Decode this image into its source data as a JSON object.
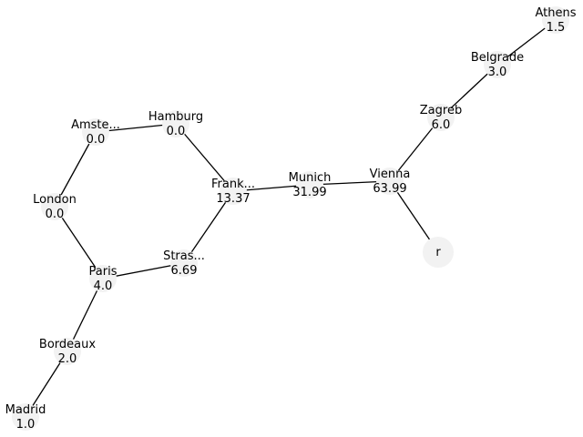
{
  "graph": {
    "nodes": [
      {
        "id": "athens",
        "name": "Athens",
        "value": "1.5"
      },
      {
        "id": "belgrade",
        "name": "Belgrade",
        "value": "3.0"
      },
      {
        "id": "zagreb",
        "name": "Zagreb",
        "value": "6.0"
      },
      {
        "id": "vienna",
        "name": "Vienna",
        "value": "63.99"
      },
      {
        "id": "r",
        "name": "r",
        "value": ""
      },
      {
        "id": "munich",
        "name": "Munich",
        "value": "31.99"
      },
      {
        "id": "frankfurt",
        "name": "Frank...",
        "value": "13.37"
      },
      {
        "id": "hamburg",
        "name": "Hamburg",
        "value": "0.0"
      },
      {
        "id": "amsterdam",
        "name": "Amste...",
        "value": "0.0"
      },
      {
        "id": "london",
        "name": "London",
        "value": "0.0"
      },
      {
        "id": "paris",
        "name": "Paris",
        "value": "4.0"
      },
      {
        "id": "strasbourg",
        "name": "Stras...",
        "value": "6.69"
      },
      {
        "id": "bordeaux",
        "name": "Bordeaux",
        "value": "2.0"
      },
      {
        "id": "madrid",
        "name": "Madrid",
        "value": "1.0"
      }
    ],
    "edges": [
      [
        "athens",
        "belgrade"
      ],
      [
        "belgrade",
        "zagreb"
      ],
      [
        "zagreb",
        "vienna"
      ],
      [
        "vienna",
        "r"
      ],
      [
        "vienna",
        "munich"
      ],
      [
        "munich",
        "frankfurt"
      ],
      [
        "frankfurt",
        "hamburg"
      ],
      [
        "frankfurt",
        "strasbourg"
      ],
      [
        "hamburg",
        "amsterdam"
      ],
      [
        "amsterdam",
        "london"
      ],
      [
        "london",
        "paris"
      ],
      [
        "paris",
        "strasbourg"
      ],
      [
        "paris",
        "bordeaux"
      ],
      [
        "bordeaux",
        "madrid"
      ]
    ]
  },
  "colors": {
    "node_fill": "#f2f2f2",
    "edge": "#000000",
    "label": "#000000"
  }
}
